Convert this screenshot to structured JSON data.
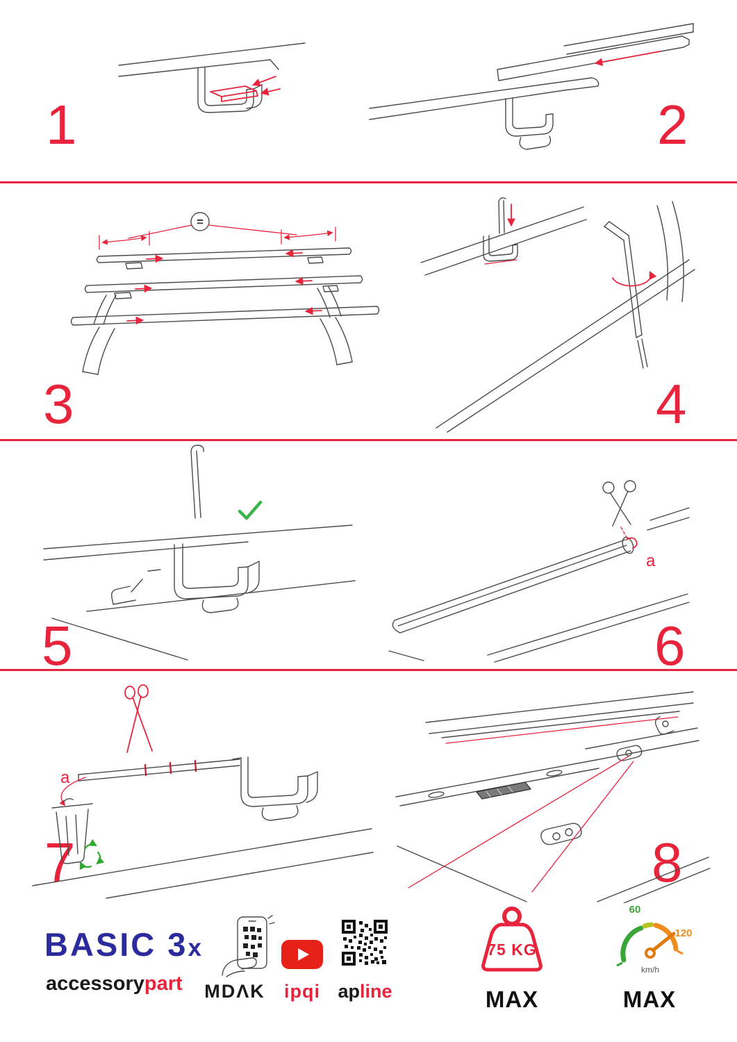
{
  "labels": {
    "equals": "=",
    "part_a": "a"
  },
  "steps": [
    {
      "number": "1"
    },
    {
      "number": "2"
    },
    {
      "number": "3"
    },
    {
      "number": "4"
    },
    {
      "number": "5"
    },
    {
      "number": "6"
    },
    {
      "number": "7"
    },
    {
      "number": "8"
    }
  ],
  "footer": {
    "product": {
      "name": "BASIC 3",
      "suffix": "x"
    },
    "brand": {
      "black": "accessory",
      "red": "part"
    },
    "app": {
      "label": "MDΛK"
    },
    "video": {
      "label": "ipqi"
    },
    "qr": {
      "black": "ap",
      "red": "line"
    },
    "weight": {
      "value": "75 KG",
      "max": "MAX"
    },
    "speedometer": {
      "low": "60",
      "high": "120",
      "unit": "km/h",
      "max": "MAX"
    }
  },
  "colors": {
    "accent_red": "#e8243c",
    "brand_blue": "#2b2b9e",
    "green": "#3bb54a",
    "orange": "#f08c1e",
    "youtube_red": "#e62117"
  }
}
